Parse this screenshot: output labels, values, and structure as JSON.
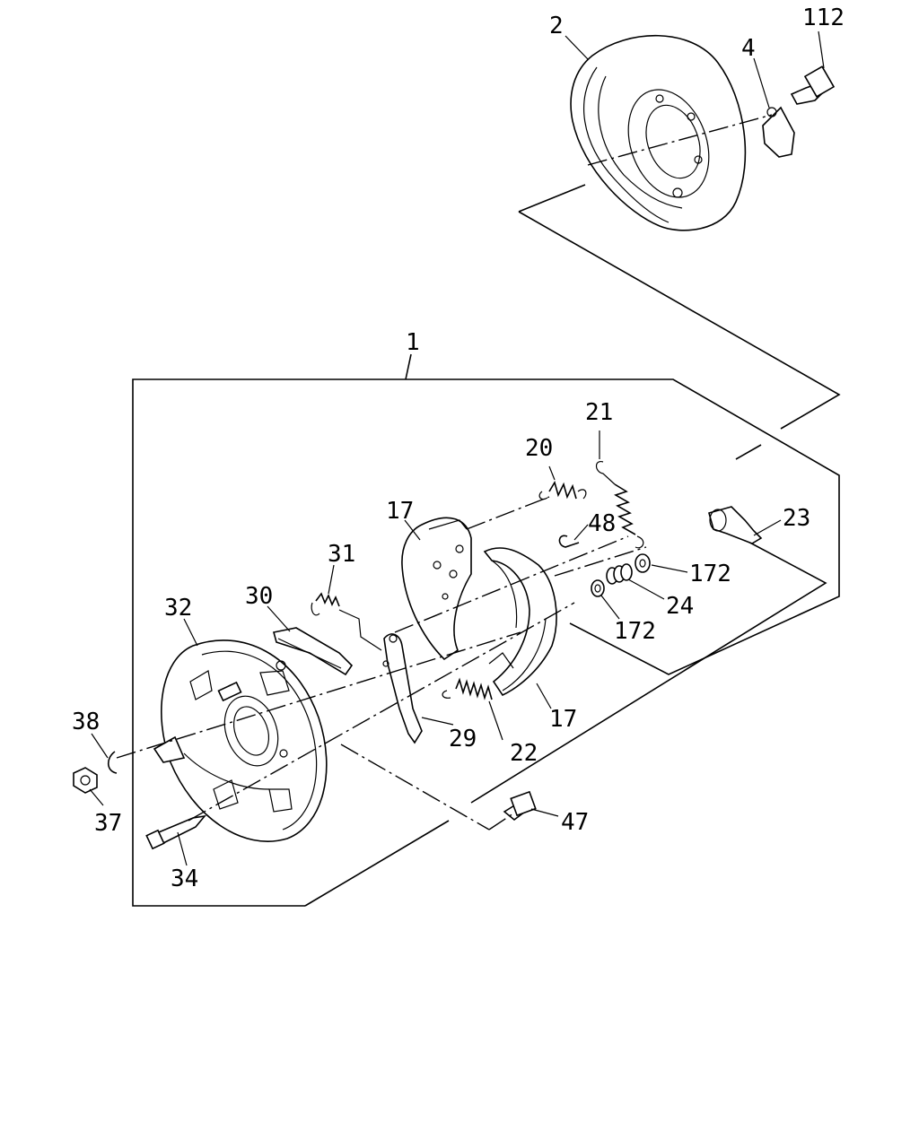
{
  "labels": {
    "l1": "1",
    "l2": "2",
    "l4": "4",
    "l112": "112",
    "l17a": "17",
    "l17b": "17",
    "l20": "20",
    "l21": "21",
    "l22": "22",
    "l23": "23",
    "l24": "24",
    "l29": "29",
    "l30": "30",
    "l31": "31",
    "l32": "32",
    "l34": "34",
    "l37": "37",
    "l38": "38",
    "l47": "47",
    "l48": "48",
    "l172a": "172",
    "l172b": "172"
  }
}
